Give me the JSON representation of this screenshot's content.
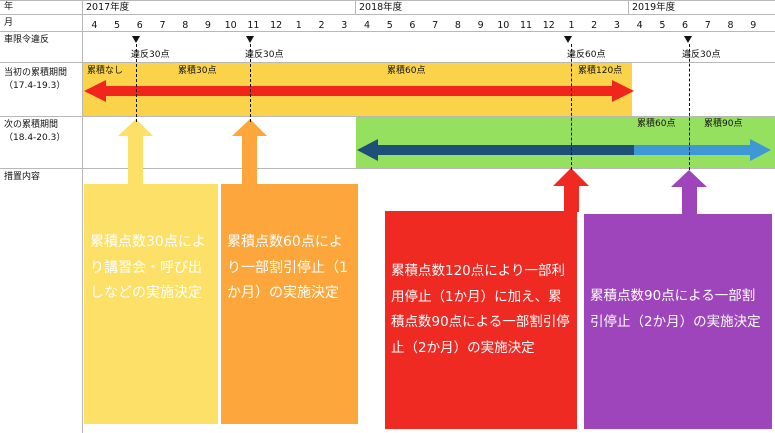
{
  "header": {
    "year_row_label": "年",
    "month_row_label": "月",
    "years": [
      "2017年度",
      "2018年度",
      "2019年度"
    ],
    "months": [
      "4",
      "5",
      "6",
      "7",
      "8",
      "9",
      "10",
      "11",
      "12",
      "1",
      "2",
      "3",
      "4",
      "5",
      "6",
      "7",
      "8",
      "9",
      "10",
      "11",
      "12",
      "1",
      "2",
      "3",
      "4",
      "5",
      "6",
      "7",
      "8",
      "9"
    ]
  },
  "rows": {
    "violations": "車限令違反",
    "initial_period": "当初の累積期間",
    "initial_period_range": "（17.4-19.3）",
    "next_period": "次の累積期間",
    "next_period_range": "（18.4-20.3）",
    "measures": "措置内容"
  },
  "violations": [
    {
      "label": "違反30点",
      "month": "2017-06"
    },
    {
      "label": "違反30点",
      "month": "2017-11"
    },
    {
      "label": "違反60点",
      "month": "2019-01"
    },
    {
      "label": "違反30点",
      "month": "2019-06"
    }
  ],
  "initial_period": {
    "segments": [
      {
        "label": "累積なし"
      },
      {
        "label": "累積30点"
      },
      {
        "label": "累積60点"
      },
      {
        "label": "累積120点"
      }
    ]
  },
  "next_period": {
    "segments": [
      {
        "label": "累積60点"
      },
      {
        "label": "累積90点"
      }
    ]
  },
  "measures": [
    {
      "text": "累積点数30点により講習会・呼び出しなどの実施決定"
    },
    {
      "text": "累積点数60点により一部割引停止（1か月）の実施決定"
    },
    {
      "text": "累積点数120点により一部利用停止（1か月）に加え、累積点数90点による一部割引停止（2か月）の実施決定"
    },
    {
      "text": "累積点数90点による一部割引停止（2か月）の実施決定"
    }
  ],
  "colors": {
    "initial_band": "#fbd34b",
    "next_band": "#96e05f",
    "red_arrow": "#f0261e",
    "dark_blue_arrow": "#1d4f79",
    "light_blue_arrow": "#3d98d4",
    "measure_1": "#fde067",
    "measure_2": "#fca63b",
    "measure_3": "#ee2a23",
    "measure_4": "#9e45bb"
  }
}
